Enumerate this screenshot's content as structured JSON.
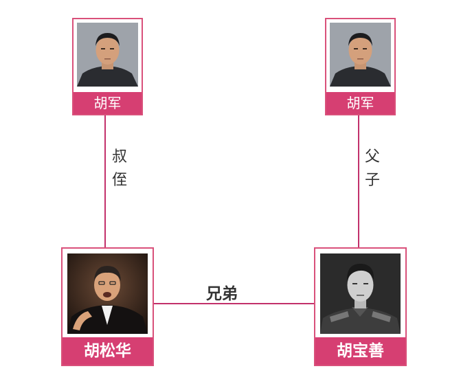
{
  "colors": {
    "accent": "#d63f72",
    "edge": "#c2306a",
    "border": "#d9507a"
  },
  "persons": [
    {
      "name": "胡军",
      "photo_icon": "portrait-photo"
    },
    {
      "name": "胡军",
      "photo_icon": "portrait-photo"
    },
    {
      "name": "胡松华",
      "photo_icon": "singer-portrait-photo"
    },
    {
      "name": "胡宝善",
      "photo_icon": "bw-military-portrait-photo"
    }
  ],
  "relations": [
    {
      "from": "胡军",
      "to": "胡松华",
      "label_line1": "叔",
      "label_line2": "侄"
    },
    {
      "from": "胡军",
      "to": "胡宝善",
      "label_line1": "父",
      "label_line2": "子"
    },
    {
      "from": "胡松华",
      "to": "胡宝善",
      "label": "兄弟"
    }
  ]
}
